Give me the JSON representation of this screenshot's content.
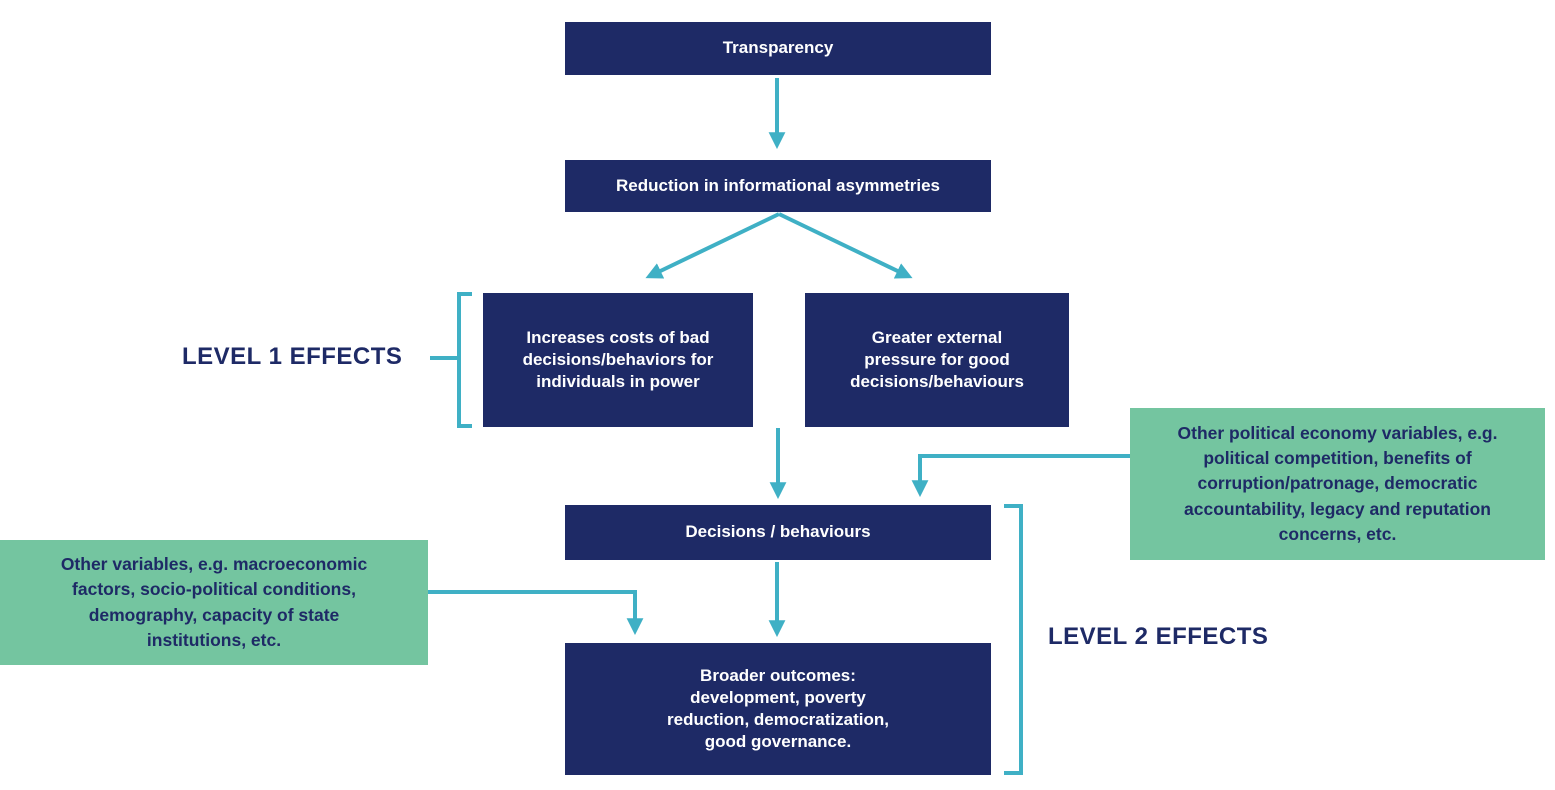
{
  "colors": {
    "navy": "#1e2a66",
    "teal": "#3fb0c5",
    "green": "#74c5a0",
    "background": "#ffffff",
    "box_text": "#ffffff"
  },
  "nodes": {
    "transparency": {
      "label": "Transparency"
    },
    "reduction": {
      "label": "Reduction in informational asymmetries"
    },
    "costs": {
      "label": [
        "Increases costs of bad",
        "decisions/behaviors for",
        "individuals in power"
      ]
    },
    "pressure": {
      "label": [
        "Greater external",
        "pressure for good",
        "decisions/behaviours"
      ]
    },
    "decisions": {
      "label": "Decisions / behaviours"
    },
    "outcomes": {
      "label": [
        "Broader outcomes:",
        "development, poverty",
        "reduction, democratization,",
        "good governance."
      ]
    },
    "political_variables": {
      "label": [
        "Other political economy variables, e.g.",
        "political competition, benefits of",
        "corruption/patronage, democratic",
        "accountability, legacy and reputation",
        "concerns, etc."
      ]
    },
    "other_variables": {
      "label": [
        "Other variables, e.g. macroeconomic",
        "factors, socio-political conditions,",
        "demography, capacity of state",
        "institutions, etc."
      ]
    }
  },
  "labels": {
    "level1": "LEVEL 1 EFFECTS",
    "level2": "LEVEL 2 EFFECTS"
  }
}
